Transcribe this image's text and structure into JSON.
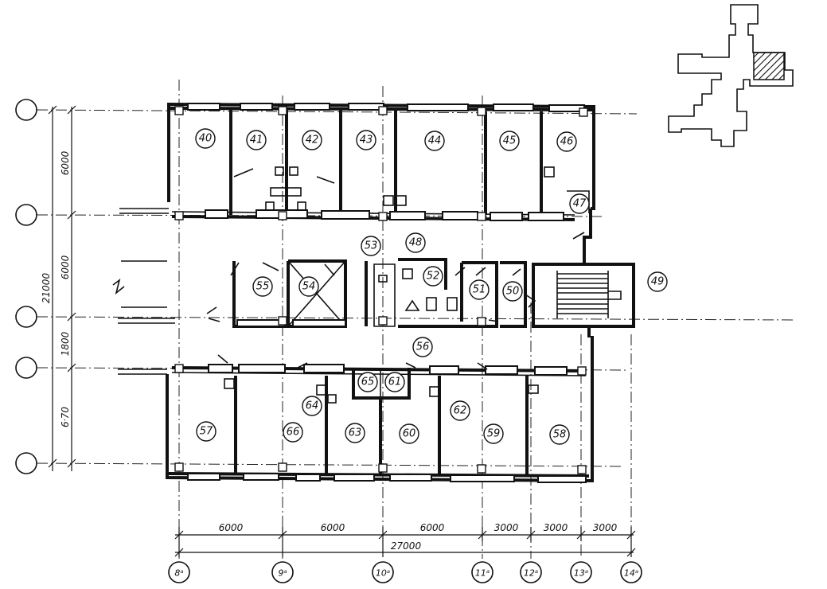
{
  "rooms": [
    {
      "num": "40"
    },
    {
      "num": "41"
    },
    {
      "num": "42"
    },
    {
      "num": "43"
    },
    {
      "num": "44"
    },
    {
      "num": "45"
    },
    {
      "num": "46"
    },
    {
      "num": "47"
    },
    {
      "num": "48"
    },
    {
      "num": "49"
    },
    {
      "num": "50"
    },
    {
      "num": "51"
    },
    {
      "num": "52"
    },
    {
      "num": "53"
    },
    {
      "num": "54"
    },
    {
      "num": "55"
    },
    {
      "num": "56"
    },
    {
      "num": "57"
    },
    {
      "num": "58"
    },
    {
      "num": "59"
    },
    {
      "num": "60"
    },
    {
      "num": "61"
    },
    {
      "num": "62"
    },
    {
      "num": "63"
    },
    {
      "num": "64"
    },
    {
      "num": "65"
    },
    {
      "num": "66"
    }
  ],
  "grid_axes": {
    "columns": [
      "8ᵃ",
      "9ᵃ",
      "10ᵃ",
      "11ᵃ",
      "12ᵃ",
      "13ᵃ",
      "14ᵃ"
    ],
    "rows": [
      "",
      "",
      "",
      "",
      ""
    ]
  },
  "dimensions": {
    "horizontal": [
      "6000",
      "6000",
      "6000",
      "3000",
      "3000",
      "3000"
    ],
    "horizontal_total": "27000",
    "vertical": [
      "6000",
      "6000",
      "1800",
      "6ᐧ70"
    ],
    "vertical_total": "21000"
  }
}
